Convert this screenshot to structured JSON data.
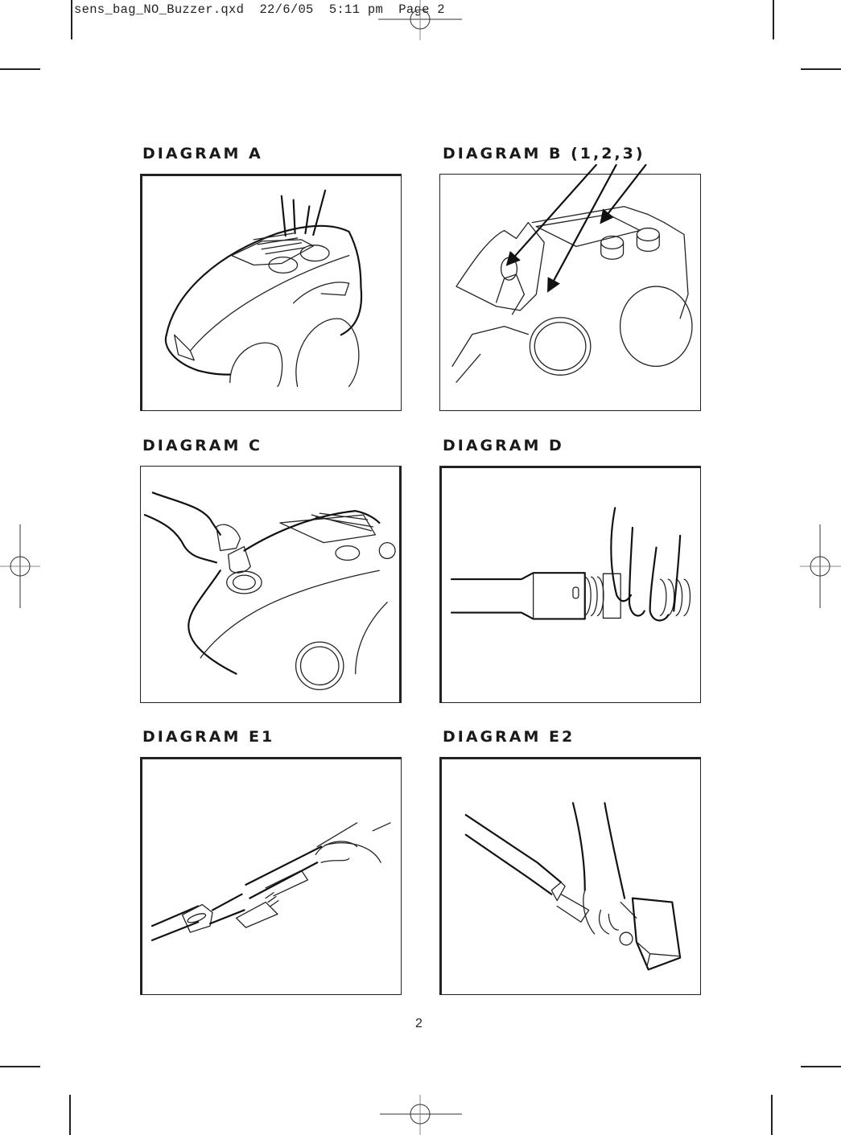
{
  "slug_line": {
    "filename": "sens_bag_NO_Buzzer.qxd",
    "date": "22/6/05",
    "time": "5:11 pm",
    "page_label": "Page 2"
  },
  "diagrams": [
    {
      "id": "A",
      "title": "Diagram A",
      "depicts": "hand lifting vacuum cleaner lid by its front handle"
    },
    {
      "id": "B",
      "title": "Diagram B (1,2,3)",
      "depicts": "vacuum cleaner with lid open, three arrows indicating parts 1, 2, 3"
    },
    {
      "id": "C",
      "title": "Diagram C",
      "depicts": "hand inserting hose connector into vacuum cleaner inlet"
    },
    {
      "id": "D",
      "title": "Diagram D",
      "depicts": "hand connecting tube to ribbed hose"
    },
    {
      "id": "E1",
      "title": "Diagram E1",
      "depicts": "hose handle, extension tube and crevice tool"
    },
    {
      "id": "E2",
      "title": "Diagram E2",
      "depicts": "hand fitting floor nozzle to tube"
    }
  ],
  "page_number": "2",
  "colors": {
    "ink": "#222222",
    "paper": "#ffffff"
  }
}
